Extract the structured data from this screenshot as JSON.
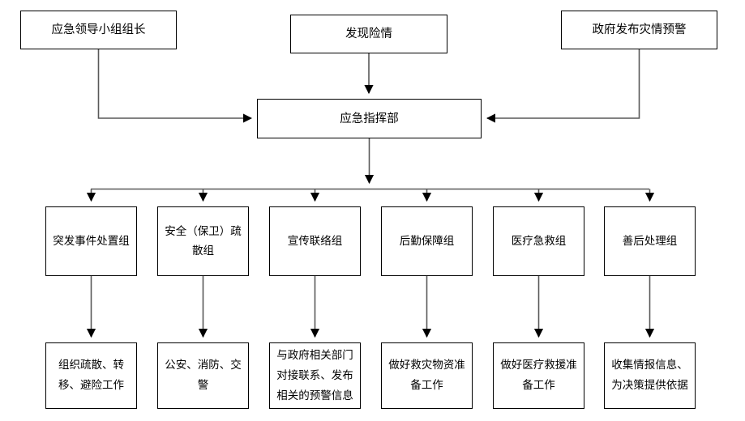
{
  "diagram": {
    "title_nodes": {
      "leader": "应急领导小组组长",
      "discover": "发现险情",
      "gov_warning": "政府发布灾情预警"
    },
    "hub": {
      "label": "应急指挥部"
    },
    "groups": [
      {
        "label": "突发事件处置组"
      },
      {
        "label": "安全（保卫）疏散组"
      },
      {
        "label": "宣传联络组"
      },
      {
        "label": "后勤保障组"
      },
      {
        "label": "医疗急救组"
      },
      {
        "label": "善后处理组"
      }
    ],
    "tasks": [
      {
        "label": "组织疏散、转移、避险工作"
      },
      {
        "label": "公安、消防、交警"
      },
      {
        "label": "与政府相关部门对接联系、发布相关的预警信息"
      },
      {
        "label": "做好救灾物资准备工作"
      },
      {
        "label": "做好医疗救援准备工作"
      },
      {
        "label": "收集情报信息、为决策提供依据"
      }
    ],
    "colors": {
      "stroke": "#000000",
      "connector": "#595959",
      "background": "#ffffff",
      "text": "#000000"
    }
  }
}
